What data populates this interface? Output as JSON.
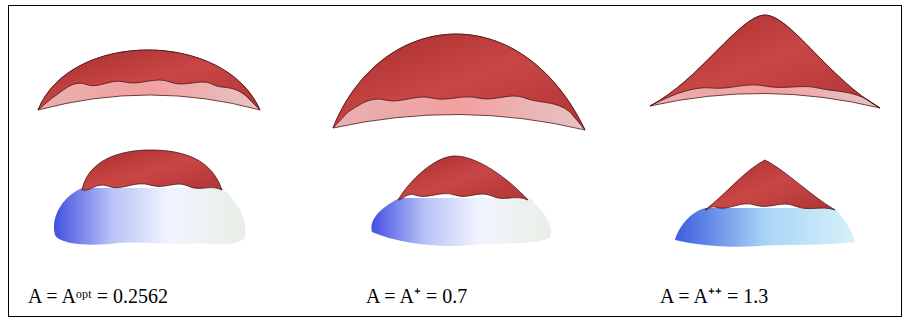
{
  "diagram": {
    "labels": [
      "A = Aᵒᵖᵗ = 0.2562",
      "A = A⁺ = 0.7",
      "A = A⁺⁺ = 1.3"
    ]
  }
}
